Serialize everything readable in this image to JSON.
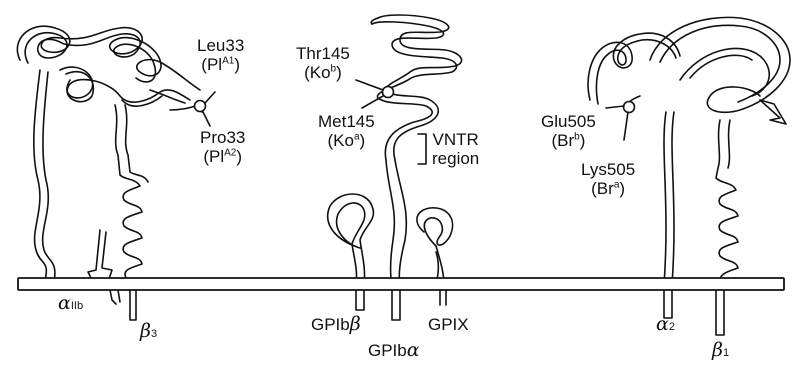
{
  "allele_labels": {
    "leu33": {
      "name": "Leu33",
      "tag": "(Pl",
      "sup": "A1",
      "close": ")"
    },
    "pro33": {
      "name": "Pro33",
      "tag": "(Pl",
      "sup": "A2",
      "close": ")"
    },
    "thr145": {
      "name": "Thr145",
      "tag": "(Ko",
      "sup": "b",
      "close": ")"
    },
    "met145": {
      "name": "Met145",
      "tag": "(Ko",
      "sup": "a",
      "close": ")"
    },
    "glu505": {
      "name": "Glu505",
      "tag": "(Br",
      "sup": "b",
      "close": ")"
    },
    "lys505": {
      "name": "Lys505",
      "tag": "(Br",
      "sup": "a",
      "close": ")"
    }
  },
  "vntr": {
    "line1": "VNTR",
    "line2": "region"
  },
  "receptors": {
    "alpha_iib": {
      "symbol": "α",
      "sub": "IIb"
    },
    "beta3": {
      "symbol": "β",
      "sub": "3"
    },
    "gpib_beta": {
      "prefix": "GPIb",
      "symbol": "β"
    },
    "gpix": {
      "text": "GPIX"
    },
    "gpib_alpha": {
      "prefix": "GPIb",
      "symbol": "α"
    },
    "alpha2": {
      "symbol": "α",
      "sub": "2"
    },
    "beta1": {
      "symbol": "β",
      "sub": "1"
    }
  }
}
